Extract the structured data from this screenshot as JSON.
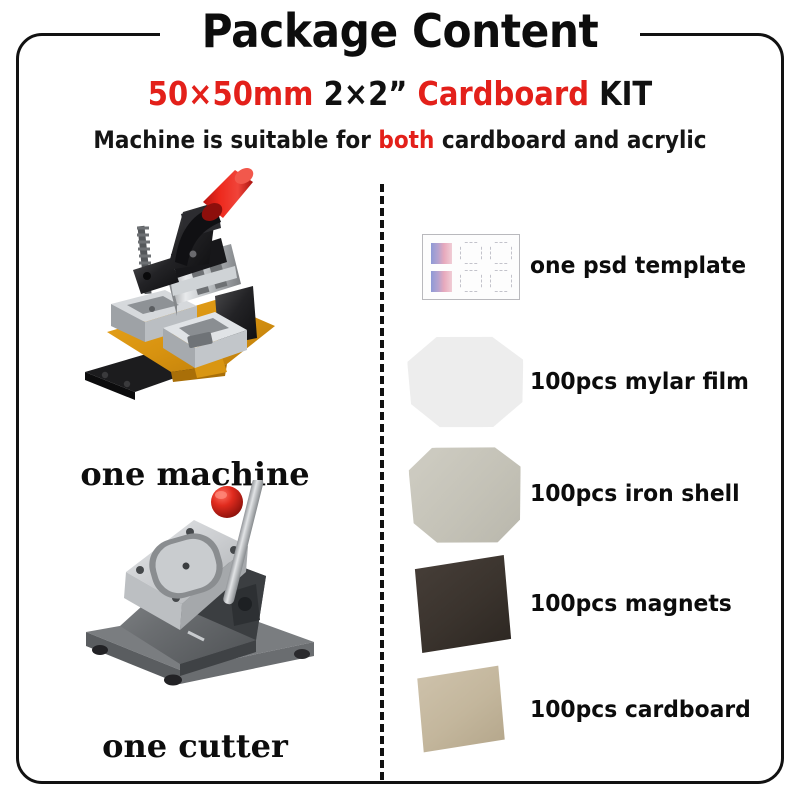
{
  "header": {
    "title": "Package Content",
    "subtitle_parts": [
      {
        "text": "50×50mm",
        "color": "red"
      },
      {
        "text": "2×2”",
        "color": "black"
      },
      {
        "text": "Cardboard",
        "color": "red"
      },
      {
        "text": "KIT",
        "color": "black"
      }
    ],
    "subtitle_size_red": "50×50mm",
    "subtitle_size_black": "2×2”",
    "subtitle_material_red": "Cardboard",
    "subtitle_kit": "KIT",
    "tagline_before": "Machine is suitable for ",
    "tagline_highlight": "both",
    "tagline_after": " cardboard and acrylic"
  },
  "colors": {
    "accent_red": "#e3201a",
    "text_black": "#0d0d0d",
    "frame": "#111111",
    "mylar": "#ededed",
    "iron_shell": "#c4c2b7",
    "magnet": "#3a332d",
    "cardboard": "#c3b69c"
  },
  "left_column": {
    "items": [
      {
        "caption": "one machine",
        "art": "machine-press-photo"
      },
      {
        "caption": "one cutter",
        "art": "circle-cutter-photo"
      }
    ]
  },
  "right_column": {
    "items": [
      {
        "label": "one psd template",
        "art": "psd-template-sheet"
      },
      {
        "label": "100pcs mylar film",
        "art": "mylar-film-octagon"
      },
      {
        "label": "100pcs iron shell",
        "art": "iron-shell-octagon"
      },
      {
        "label": "100pcs magnets",
        "art": "magnet-square"
      },
      {
        "label": "100pcs cardboard",
        "art": "cardboard-square"
      }
    ]
  }
}
